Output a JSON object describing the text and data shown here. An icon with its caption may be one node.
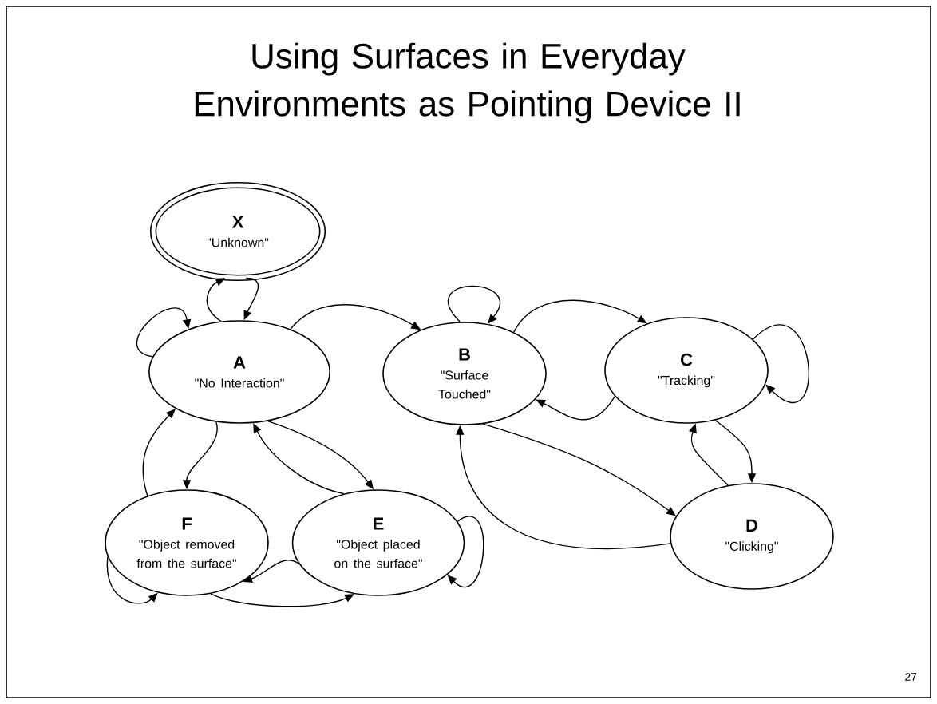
{
  "diagram": {
    "title": "Using Surfaces in Everyday Environments as Pointing Device II",
    "nodes": [
      {
        "text": [
          "X",
          "\"Unknown\""
        ]
      },
      {
        "text": [
          "A",
          "\"No Interaction\""
        ]
      },
      {
        "text": [
          "B",
          "\"Surface Touched\""
        ]
      },
      {
        "text": [
          "C",
          "\"Tracking\""
        ]
      },
      {
        "text": [
          "D",
          "\"Clicking\""
        ]
      },
      {
        "text": [
          "F",
          "\"Object removed from the surface\""
        ]
      },
      {
        "text": [
          "E",
          "\"Object placed on the surface\""
        ]
      }
    ],
    "edges": [
      {
        "from": 0,
        "to": 1,
        "arrow": "to"
      },
      {
        "from": 1,
        "to": 0,
        "arrow": "to"
      },
      {
        "from": 1,
        "to": 1,
        "arrow": "to"
      },
      {
        "from": 1,
        "to": 2,
        "arrow": "to"
      },
      {
        "from": 2,
        "to": 2,
        "arrow": "to"
      },
      {
        "from": 2,
        "to": 3,
        "arrow": "to"
      },
      {
        "from": 3,
        "to": 3,
        "arrow": "to"
      },
      {
        "from": 3,
        "to": 2,
        "arrow": "to"
      },
      {
        "from": 3,
        "to": 4,
        "arrow": "to"
      },
      {
        "from": 4,
        "to": 3,
        "arrow": "to"
      },
      {
        "from": 2,
        "to": 4,
        "arrow": "to"
      },
      {
        "from": 4,
        "to": 2,
        "arrow": "to"
      },
      {
        "from": 1,
        "to": 5,
        "arrow": "to"
      },
      {
        "from": 5,
        "to": 1,
        "arrow": "to"
      },
      {
        "from": 1,
        "to": 6,
        "arrow": "to"
      },
      {
        "from": 6,
        "to": 1,
        "arrow": "to"
      },
      {
        "from": 5,
        "to": 6,
        "arrow": "to"
      },
      {
        "from": 6,
        "to": 5,
        "arrow": "to"
      },
      {
        "from": 5,
        "to": 5,
        "arrow": "to"
      },
      {
        "from": 6,
        "to": 6,
        "arrow": "to"
      }
    ],
    "labels": [
      "27"
    ]
  }
}
